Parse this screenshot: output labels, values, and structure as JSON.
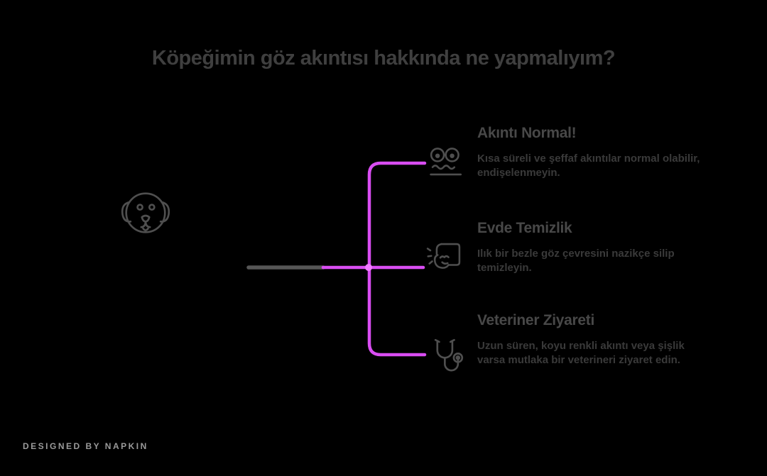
{
  "title": "Köpeğimin göz akıntısı hakkında ne yapmalıyım?",
  "watermark": "Designed by Napkin",
  "colors": {
    "background": "#000000",
    "title_text": "#3f3f3f",
    "heading_text": "#484848",
    "body_text": "#3a3a3a",
    "connector": "#d94df2",
    "root_line": "#565656",
    "icon_stroke": "#4f4f4f",
    "watermark_text": "#9a9a9a"
  },
  "root": {
    "icon": "dog-face-icon"
  },
  "branches": [
    {
      "icon": "eyes-monitoring-icon",
      "heading": "Akıntı Normal!",
      "body": "Kısa süreli ve şeffaf akıntılar normal olabilir, endişelenmeyin."
    },
    {
      "icon": "cleaning-hand-icon",
      "heading": "Evde Temizlik",
      "body": "Ilık bir bezle göz çevresini nazikçe silip temizleyin."
    },
    {
      "icon": "stethoscope-icon",
      "heading": "Veteriner Ziyareti",
      "body": "Uzun süren, koyu renkli akıntı veya şişlik varsa mutlaka bir veterineri ziyaret edin."
    }
  ]
}
